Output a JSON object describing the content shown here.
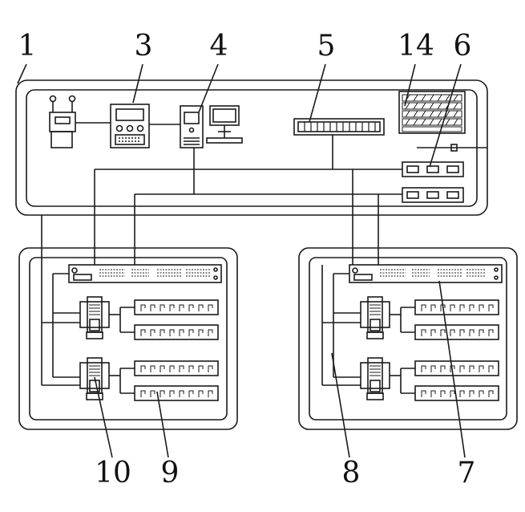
{
  "callouts": {
    "c1": "1",
    "c3": "3",
    "c4": "4",
    "c5": "5",
    "c14": "14",
    "c6": "6",
    "c10": "10",
    "c9": "9",
    "c8": "8",
    "c7": "7"
  },
  "colors": {
    "stroke": "#1a1a1a",
    "background": "#ffffff"
  }
}
